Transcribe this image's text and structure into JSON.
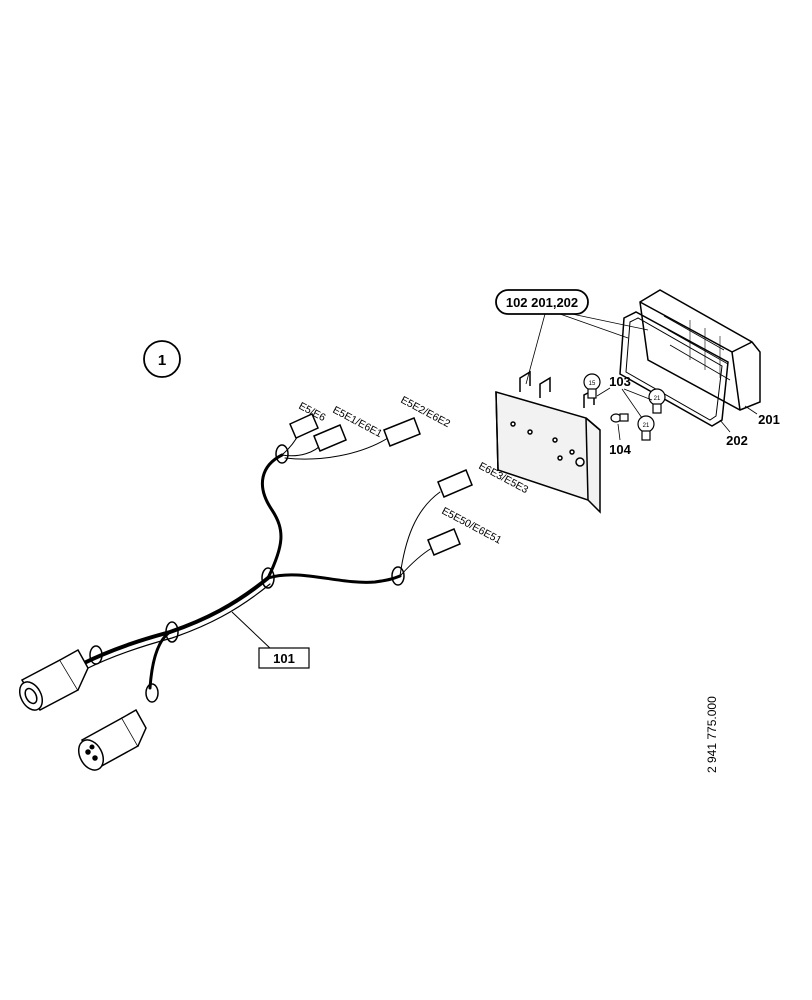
{
  "figure": {
    "view_number": "1",
    "drawing_number": "2 941 775.000"
  },
  "connector_labels": {
    "e5_e6": "E5/E6",
    "e5e1_e6e1": "E5E1/E6E1",
    "e5e2_e6e2": "E5E2/E6E2",
    "e6e3_e5e3": "E6E3/E5E3",
    "e5e50_e6e51": "E5E50/E6E51"
  },
  "callouts": {
    "harness": "101",
    "group": "102 201,202",
    "bulbs": "103",
    "small_bulb": "104",
    "lamp_housing": "201",
    "gasket": "202"
  },
  "colors": {
    "line": "#000000",
    "background": "#ffffff",
    "housing_fill": "#f2f2f2"
  }
}
